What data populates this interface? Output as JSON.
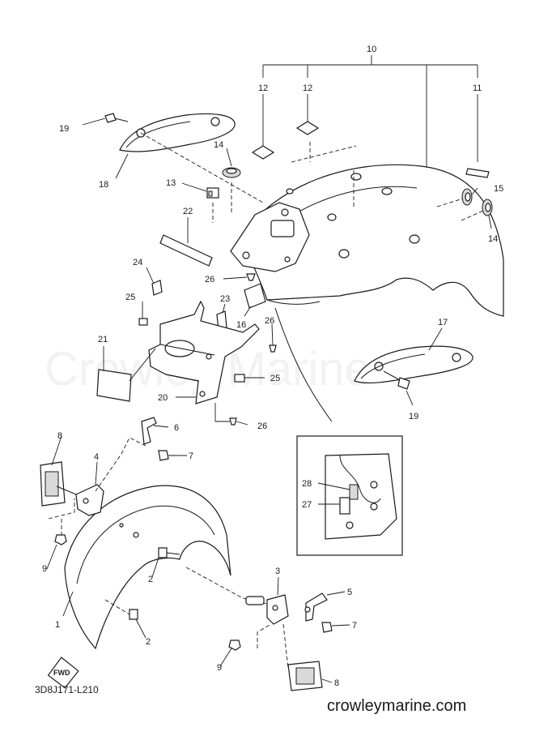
{
  "watermark": "Crowley Marine",
  "diagram_code": "3D8J171-L210",
  "site": "crowleymarine.com",
  "fwd_badge": "FWD",
  "callouts": {
    "c10": "10",
    "c12a": "12",
    "c12b": "12",
    "c11": "11",
    "c19a": "19",
    "c18": "18",
    "c14a": "14",
    "c13": "13",
    "c15": "15",
    "c14b": "14",
    "c22": "22",
    "c24": "24",
    "c26a": "26",
    "c23": "23",
    "c16": "16",
    "c25a": "25",
    "c26b": "26",
    "c17": "17",
    "c21": "21",
    "c25b": "25",
    "c20": "20",
    "c26c": "26",
    "c19b": "19",
    "c6": "6",
    "c7a": "7",
    "c8a": "8",
    "c4": "4",
    "c9a": "9",
    "c2a": "2",
    "c1": "1",
    "c2b": "2",
    "c3": "3",
    "c5": "5",
    "c7b": "7",
    "c9b": "9",
    "c8b": "8",
    "c28": "28",
    "c27": "27"
  }
}
